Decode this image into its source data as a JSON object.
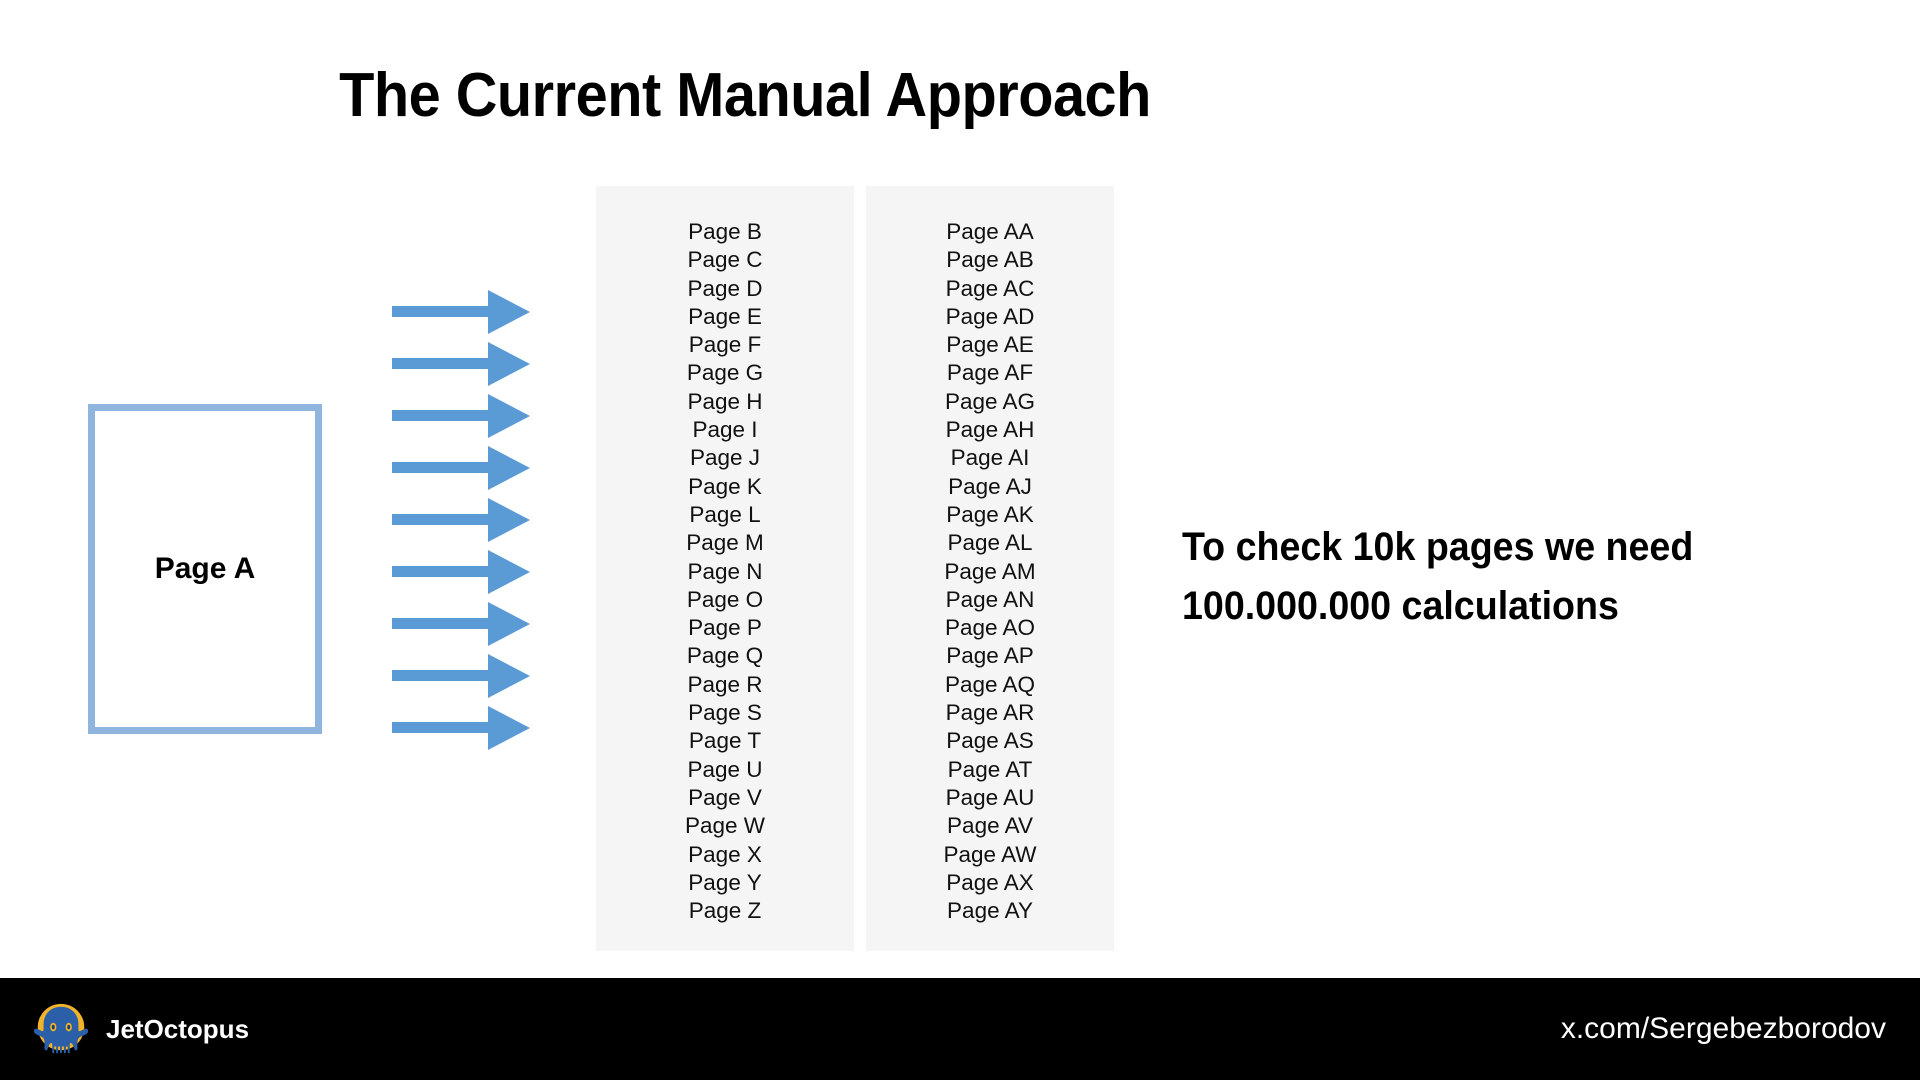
{
  "slide": {
    "title": "The Current Manual Approach",
    "background_color": "#FFFFFF"
  },
  "source_page": {
    "label": "Page A",
    "border_color": "#8FB4DE",
    "fill_color": "#FFFFFF"
  },
  "arrows": {
    "count": 9,
    "color": "#5B9BD5",
    "direction": "right",
    "icon": "arrow-right-icon"
  },
  "columns": [
    {
      "name": "page-list-column-1",
      "background_color": "#F5F5F5",
      "items": [
        "Page B",
        "Page C",
        "Page D",
        "Page E",
        "Page F",
        "Page G",
        "Page H",
        "Page I",
        "Page J",
        "Page K",
        "Page L",
        "Page M",
        "Page N",
        "Page O",
        "Page P",
        "Page Q",
        "Page R",
        "Page S",
        "Page T",
        "Page U",
        "Page V",
        "Page W",
        "Page X",
        "Page Y",
        "Page Z"
      ]
    },
    {
      "name": "page-list-column-2",
      "background_color": "#F5F5F5",
      "items": [
        "Page AA",
        "Page AB",
        "Page AC",
        "Page AD",
        "Page AE",
        "Page AF",
        "Page AG",
        "Page AH",
        "Page AI",
        "Page AJ",
        "Page AK",
        "Page AL",
        "Page AM",
        "Page AN",
        "Page AO",
        "Page AP",
        "Page AQ",
        "Page AR",
        "Page AS",
        "Page AT",
        "Page AU",
        "Page AV",
        "Page AW",
        "Page AX",
        "Page AY"
      ]
    }
  ],
  "callout": {
    "line1": "To check 10k pages we need",
    "line2": "100.000.000 calculations"
  },
  "footer": {
    "background_color": "#000000",
    "brand_name": "JetOctopus",
    "logo_icon": "octopus-logo-icon",
    "logo_circle_color": "#F2B32B",
    "logo_body_color": "#2B5FA8",
    "handle": "x.com/Sergebezborodov"
  }
}
